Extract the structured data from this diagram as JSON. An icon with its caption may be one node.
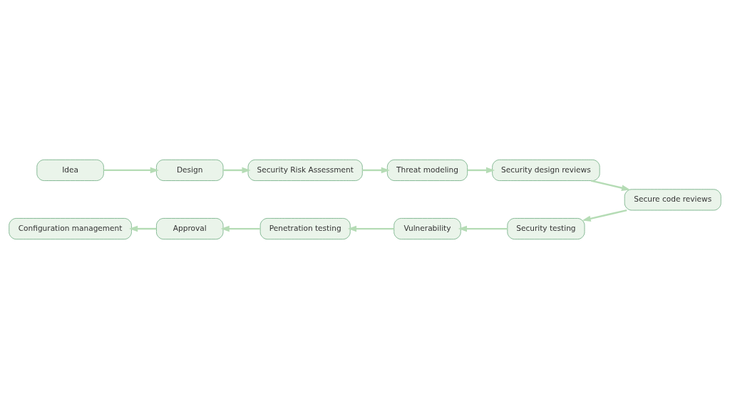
{
  "diagram": {
    "nodes": [
      {
        "text": [
          "Idea"
        ]
      },
      {
        "text": [
          "Design"
        ]
      },
      {
        "text": [
          "Security Risk Assessment"
        ]
      },
      {
        "text": [
          "Threat modeling"
        ]
      },
      {
        "text": [
          "Security design reviews"
        ]
      },
      {
        "text": [
          "Secure code reviews"
        ]
      },
      {
        "text": [
          "Security testing"
        ]
      },
      {
        "text": [
          "Vulnerability"
        ]
      },
      {
        "text": [
          "Penetration testing"
        ]
      },
      {
        "text": [
          "Approval"
        ]
      },
      {
        "text": [
          "Configuration management"
        ]
      }
    ],
    "edges": [
      {
        "from": 0,
        "to": 1,
        "arrow": "to"
      },
      {
        "from": 1,
        "to": 2,
        "arrow": "to"
      },
      {
        "from": 2,
        "to": 3,
        "arrow": "to"
      },
      {
        "from": 3,
        "to": 4,
        "arrow": "to"
      },
      {
        "from": 4,
        "to": 5,
        "arrow": "to"
      },
      {
        "from": 5,
        "to": 6,
        "arrow": "to"
      },
      {
        "from": 6,
        "to": 7,
        "arrow": "to"
      },
      {
        "from": 7,
        "to": 8,
        "arrow": "to"
      },
      {
        "from": 8,
        "to": 9,
        "arrow": "to"
      },
      {
        "from": 9,
        "to": 10,
        "arrow": "to"
      }
    ]
  }
}
